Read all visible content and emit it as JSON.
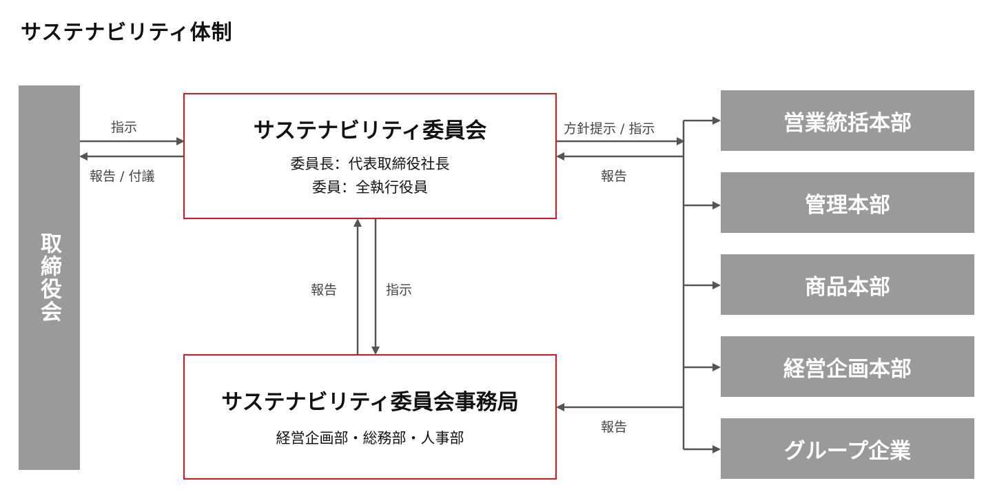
{
  "title": "サステナビリティ体制",
  "board": {
    "label": "取締役会"
  },
  "committee": {
    "title": "サステナビリティ委員会",
    "lines": [
      "委員長：代表取締役社長",
      "委員：全執行役員"
    ]
  },
  "secretariat": {
    "title": "サステナビリティ委員会事務局",
    "members": "経営企画部・総務部・人事部"
  },
  "departments": [
    "営業統括本部",
    "管理本部",
    "商品本部",
    "経営企画本部",
    "グループ企業"
  ],
  "edge_labels": {
    "board_to_committee": "指示",
    "committee_to_board": "報告 / 付議",
    "committee_to_depts": "方針提示 / 指示",
    "depts_to_committee": "報告",
    "secretariat_to_committee": "報告",
    "committee_to_secretariat": "指示",
    "depts_to_secretariat": "報告"
  },
  "colors": {
    "box_border": "#e0141b",
    "gray_block": "#9a9a9a",
    "arrow": "#555555"
  }
}
